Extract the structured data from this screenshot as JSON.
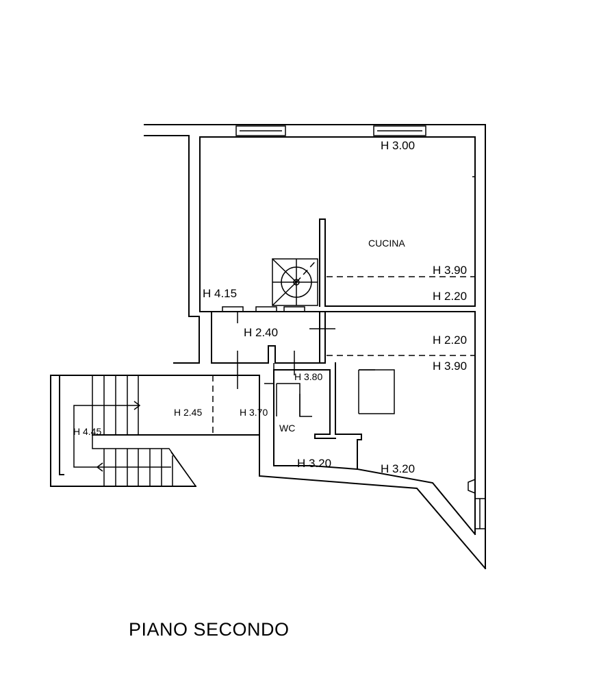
{
  "plan": {
    "title": "PIANO SECONDO",
    "rooms": {
      "cucina": "CUCINA",
      "wc": "WC"
    },
    "heights": {
      "kitchen_top": "H 3.00",
      "kitchen_raised": "H 3.90",
      "kitchen_low": "H 2.20",
      "landing_top": "H 4.15",
      "corridor": "H 2.40",
      "room_low": "H 2.20",
      "room_raised": "H 3.90",
      "closet": "H 3.80",
      "hall": "H 2.45",
      "hall_right": "H 3.70",
      "stair": "H 4.45",
      "wc_bottom": "H 3.20",
      "room_bottom": "H 3.20"
    }
  }
}
